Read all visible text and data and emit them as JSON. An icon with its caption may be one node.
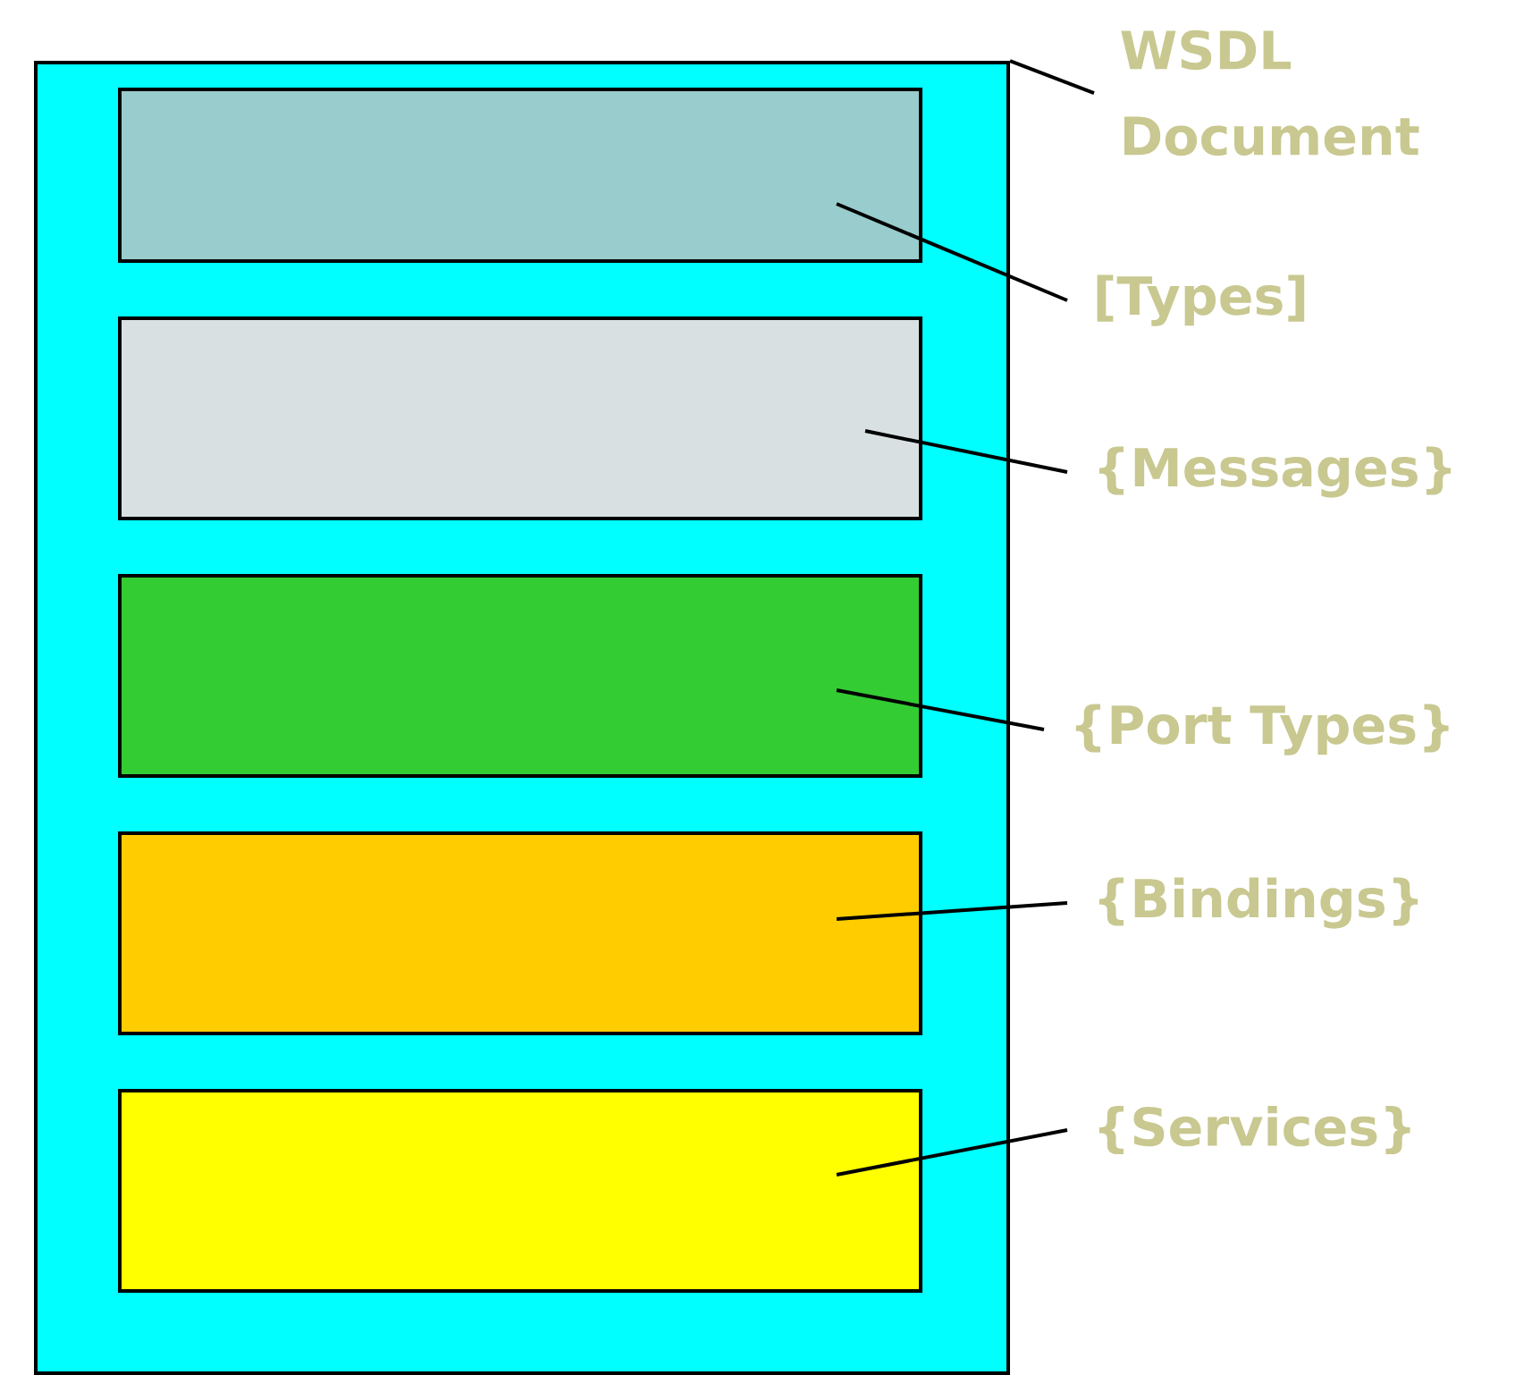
{
  "diagram": {
    "nodes": [
      {
        "text": [],
        "shape": "box"
      },
      {
        "text": [],
        "shape": "box",
        "in": 0
      },
      {
        "text": [],
        "shape": "box",
        "in": 0
      },
      {
        "text": [],
        "shape": "box",
        "in": 0
      },
      {
        "text": [],
        "shape": "box",
        "in": 0
      },
      {
        "text": [],
        "shape": "box",
        "in": 0
      },
      {
        "text": [
          "WSDL Document"
        ]
      },
      {
        "text": [
          "[Types]"
        ]
      },
      {
        "text": [
          "{Messages}"
        ]
      },
      {
        "text": [
          "{Port Types}"
        ]
      },
      {
        "text": [
          "{Bindings}"
        ]
      },
      {
        "text": [
          "{Services}"
        ]
      }
    ],
    "edges": [
      {
        "from": 6,
        "to": 0,
        "arrow": "none"
      },
      {
        "from": 7,
        "to": 1,
        "arrow": "none"
      },
      {
        "from": 8,
        "to": 2,
        "arrow": "none"
      },
      {
        "from": 9,
        "to": 3,
        "arrow": "none"
      },
      {
        "from": 10,
        "to": 4,
        "arrow": "none"
      },
      {
        "from": 11,
        "to": 5,
        "arrow": "none"
      }
    ]
  }
}
